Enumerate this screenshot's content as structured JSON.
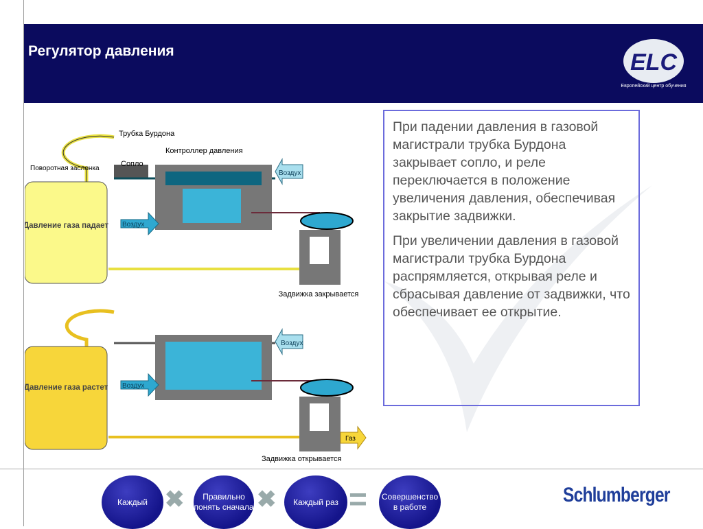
{
  "header": {
    "title": "Регулятор давления",
    "logo_text": "ELC",
    "logo_subtitle": "Европейский центр обучения"
  },
  "diagram": {
    "bourdon_tube": "Трубка Бурдона",
    "nozzle": "Сопло",
    "flapper": "Поворотная заслонка",
    "controller": "Контроллер давления",
    "air": "Воздух",
    "tank_top": "Давление газа падает",
    "tank_bottom": "Давление газа растет",
    "valve_closes": "Задвижка закрывается",
    "valve_opens": "Задвижка открывается",
    "gas": "Газ"
  },
  "text": {
    "p1": "При падении давления в газовой магистрали трубка Бурдона закрывает сопло, и реле переключается в положение увеличения давления, обеспечивая закрытие задвижки.",
    "p2": "При увеличении давления в газовой магистрали трубка Бурдона распрямляется, открывая реле и сбрасывая давление от задвижки, что обеспечивает ее открытие."
  },
  "footer": {
    "items": [
      "Каждый",
      "Правильно понять сначала",
      "Каждый раз",
      "Совершенство в работе"
    ],
    "brand": "Schlumberger"
  }
}
